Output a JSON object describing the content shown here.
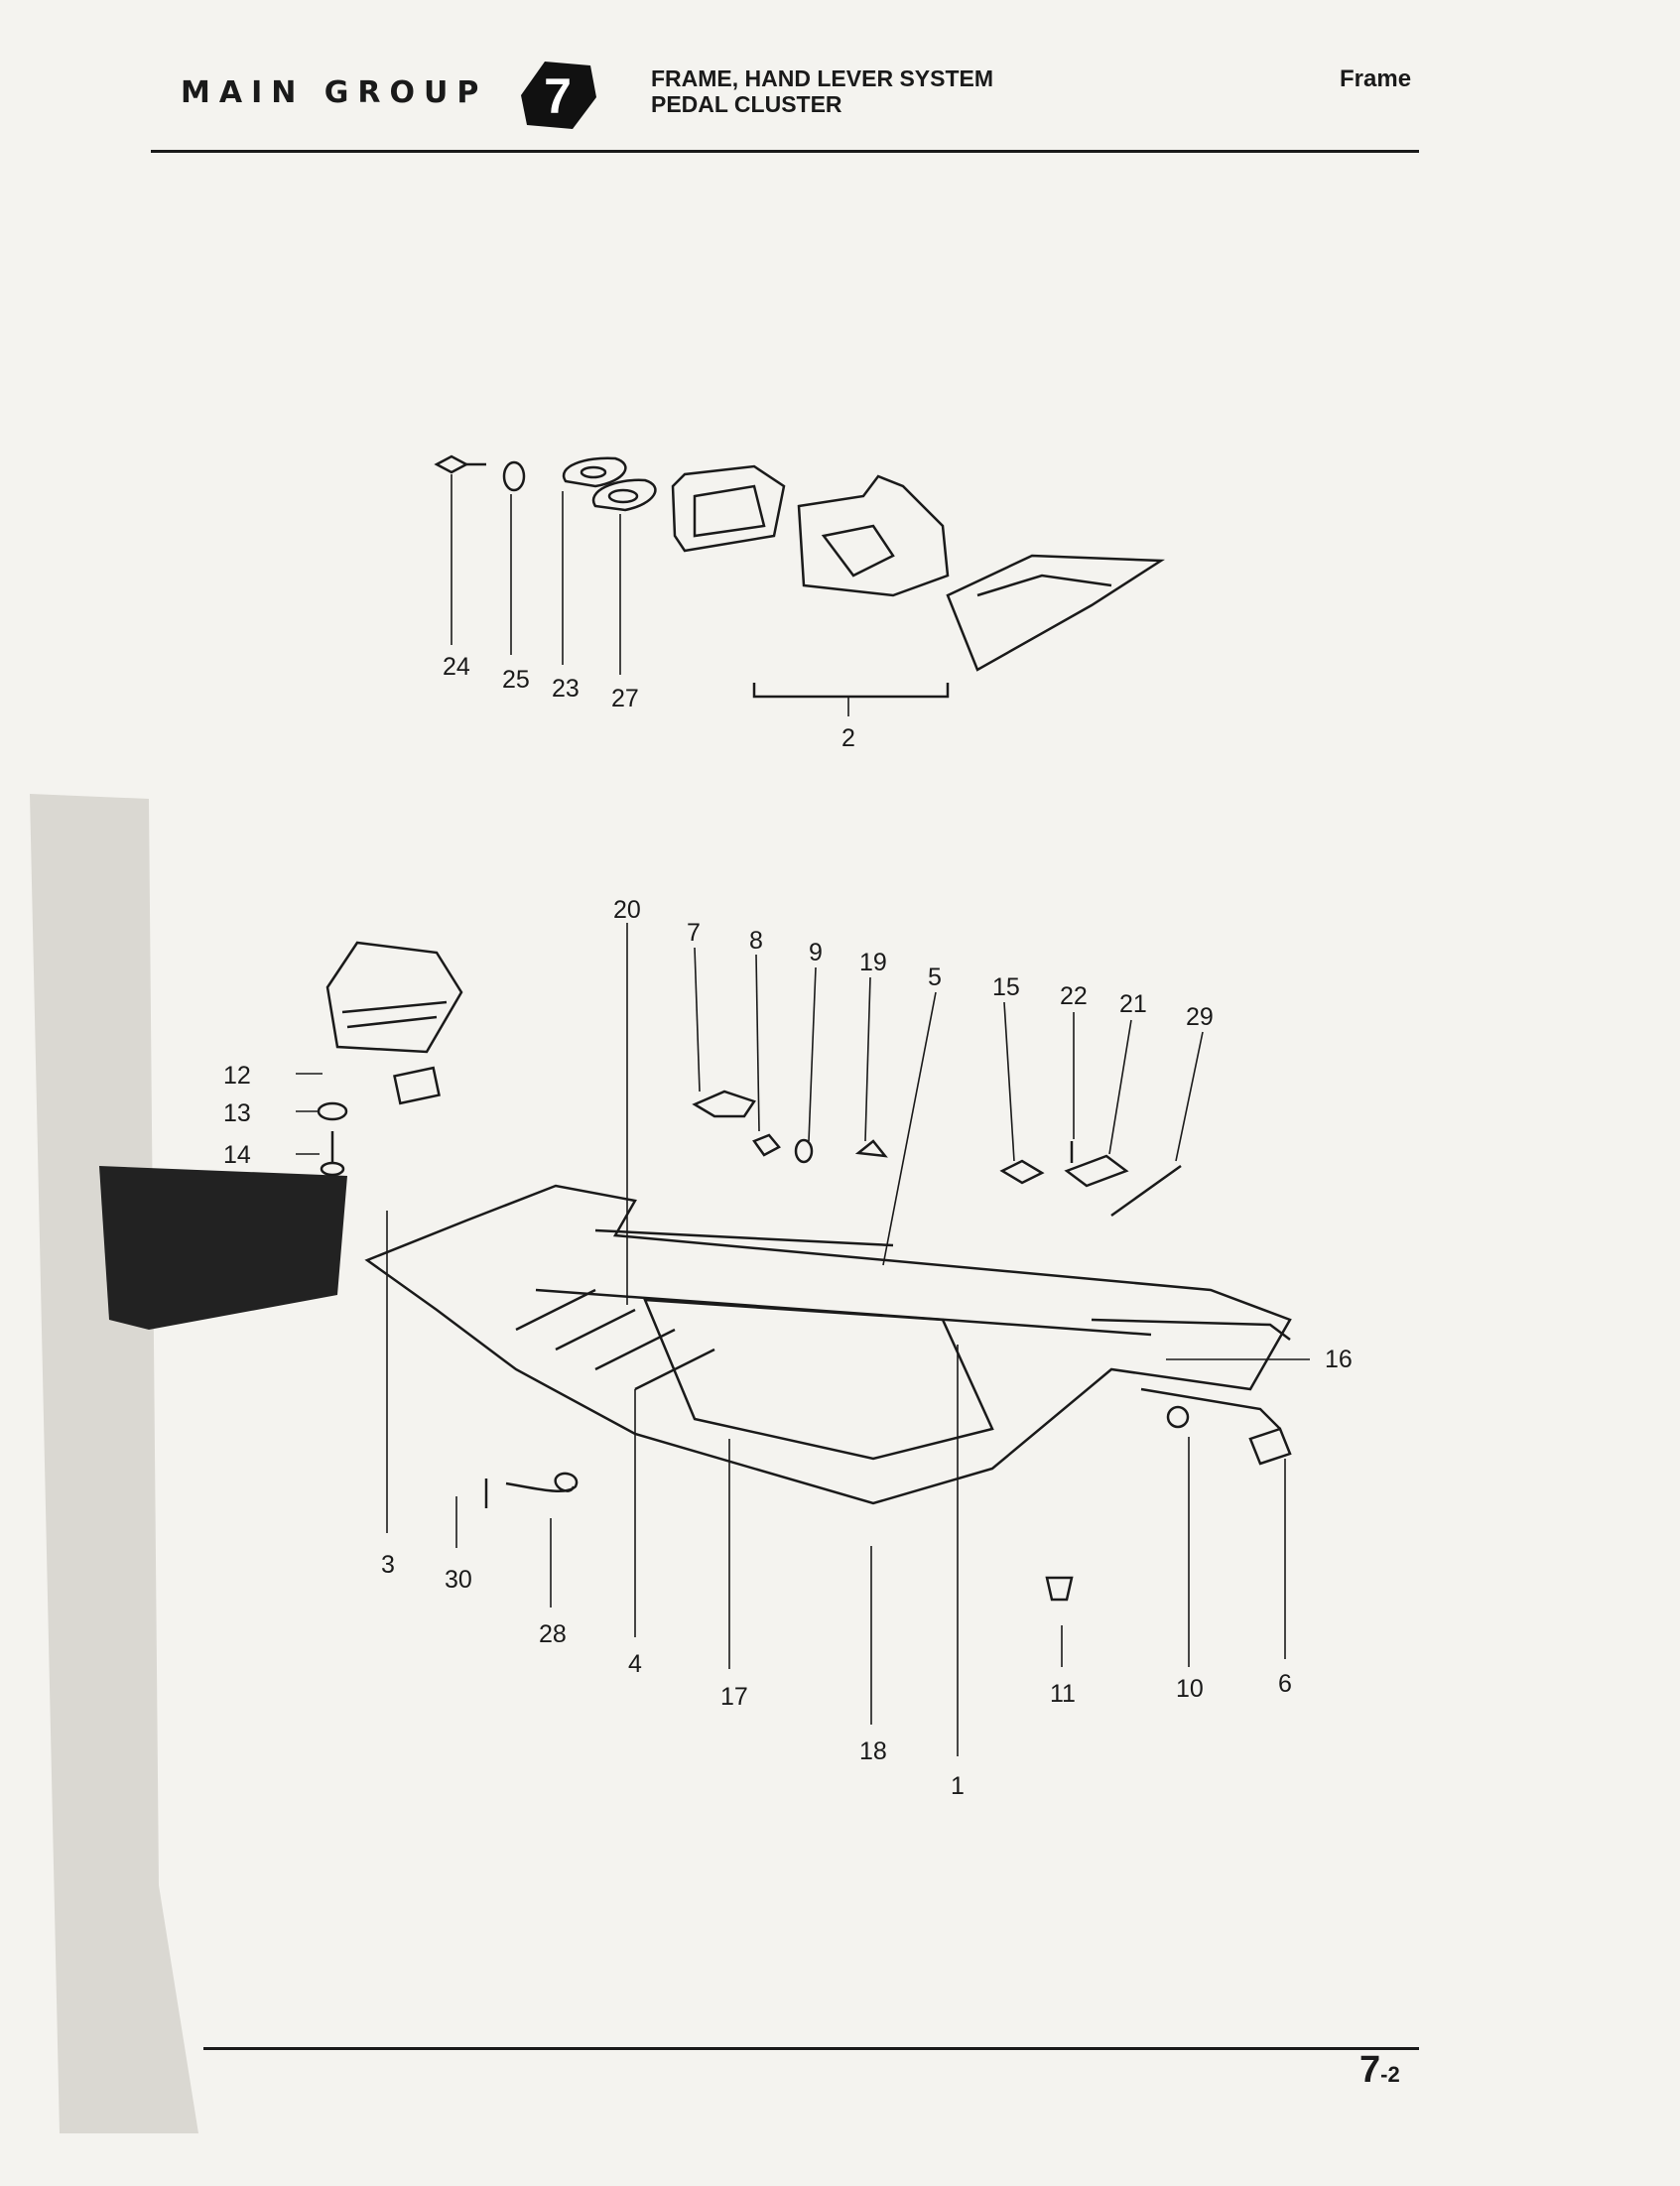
{
  "header": {
    "main_group_label": "MAIN GROUP",
    "group_number": "7",
    "title_line1": "FRAME, HAND LEVER SYSTEM",
    "title_line2": "PEDAL CLUSTER",
    "section": "Frame"
  },
  "diagram": {
    "callouts": [
      "24",
      "25",
      "23",
      "27",
      "2",
      "20",
      "7",
      "8",
      "9",
      "19",
      "5",
      "15",
      "22",
      "21",
      "29",
      "12",
      "13",
      "14",
      "16",
      "3",
      "30",
      "28",
      "4",
      "17",
      "18",
      "1",
      "11",
      "10",
      "6"
    ]
  },
  "footer": {
    "page_main": "7",
    "page_sub": "-2"
  }
}
